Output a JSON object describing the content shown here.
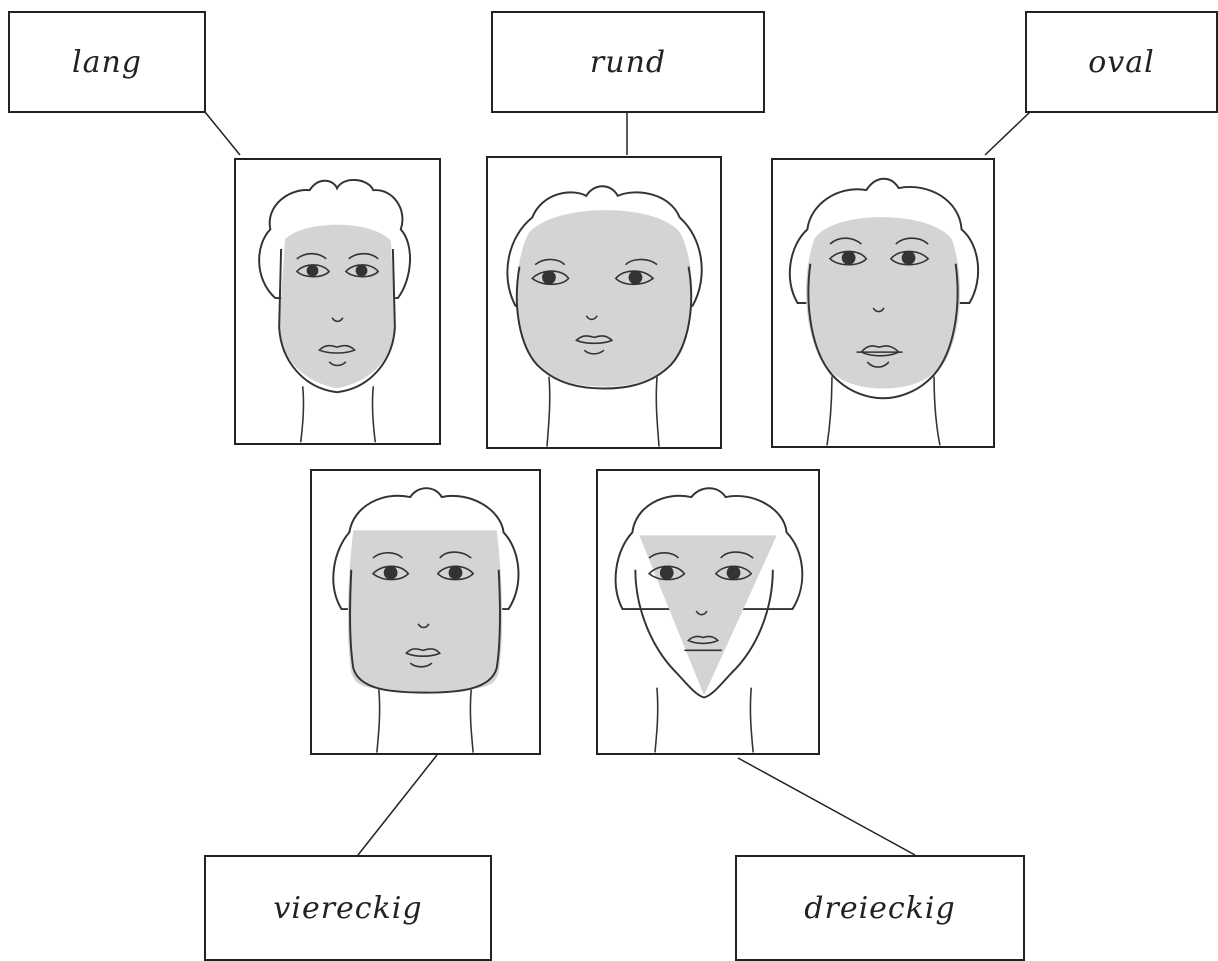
{
  "labels": {
    "lang": "lang",
    "rund": "rund",
    "oval": "oval",
    "viereckig": "viereckig",
    "dreieckig": "dreieckig"
  },
  "colors": {
    "skin_shading": "#d4d4d4",
    "line": "#333333",
    "box_border": "#222222"
  }
}
